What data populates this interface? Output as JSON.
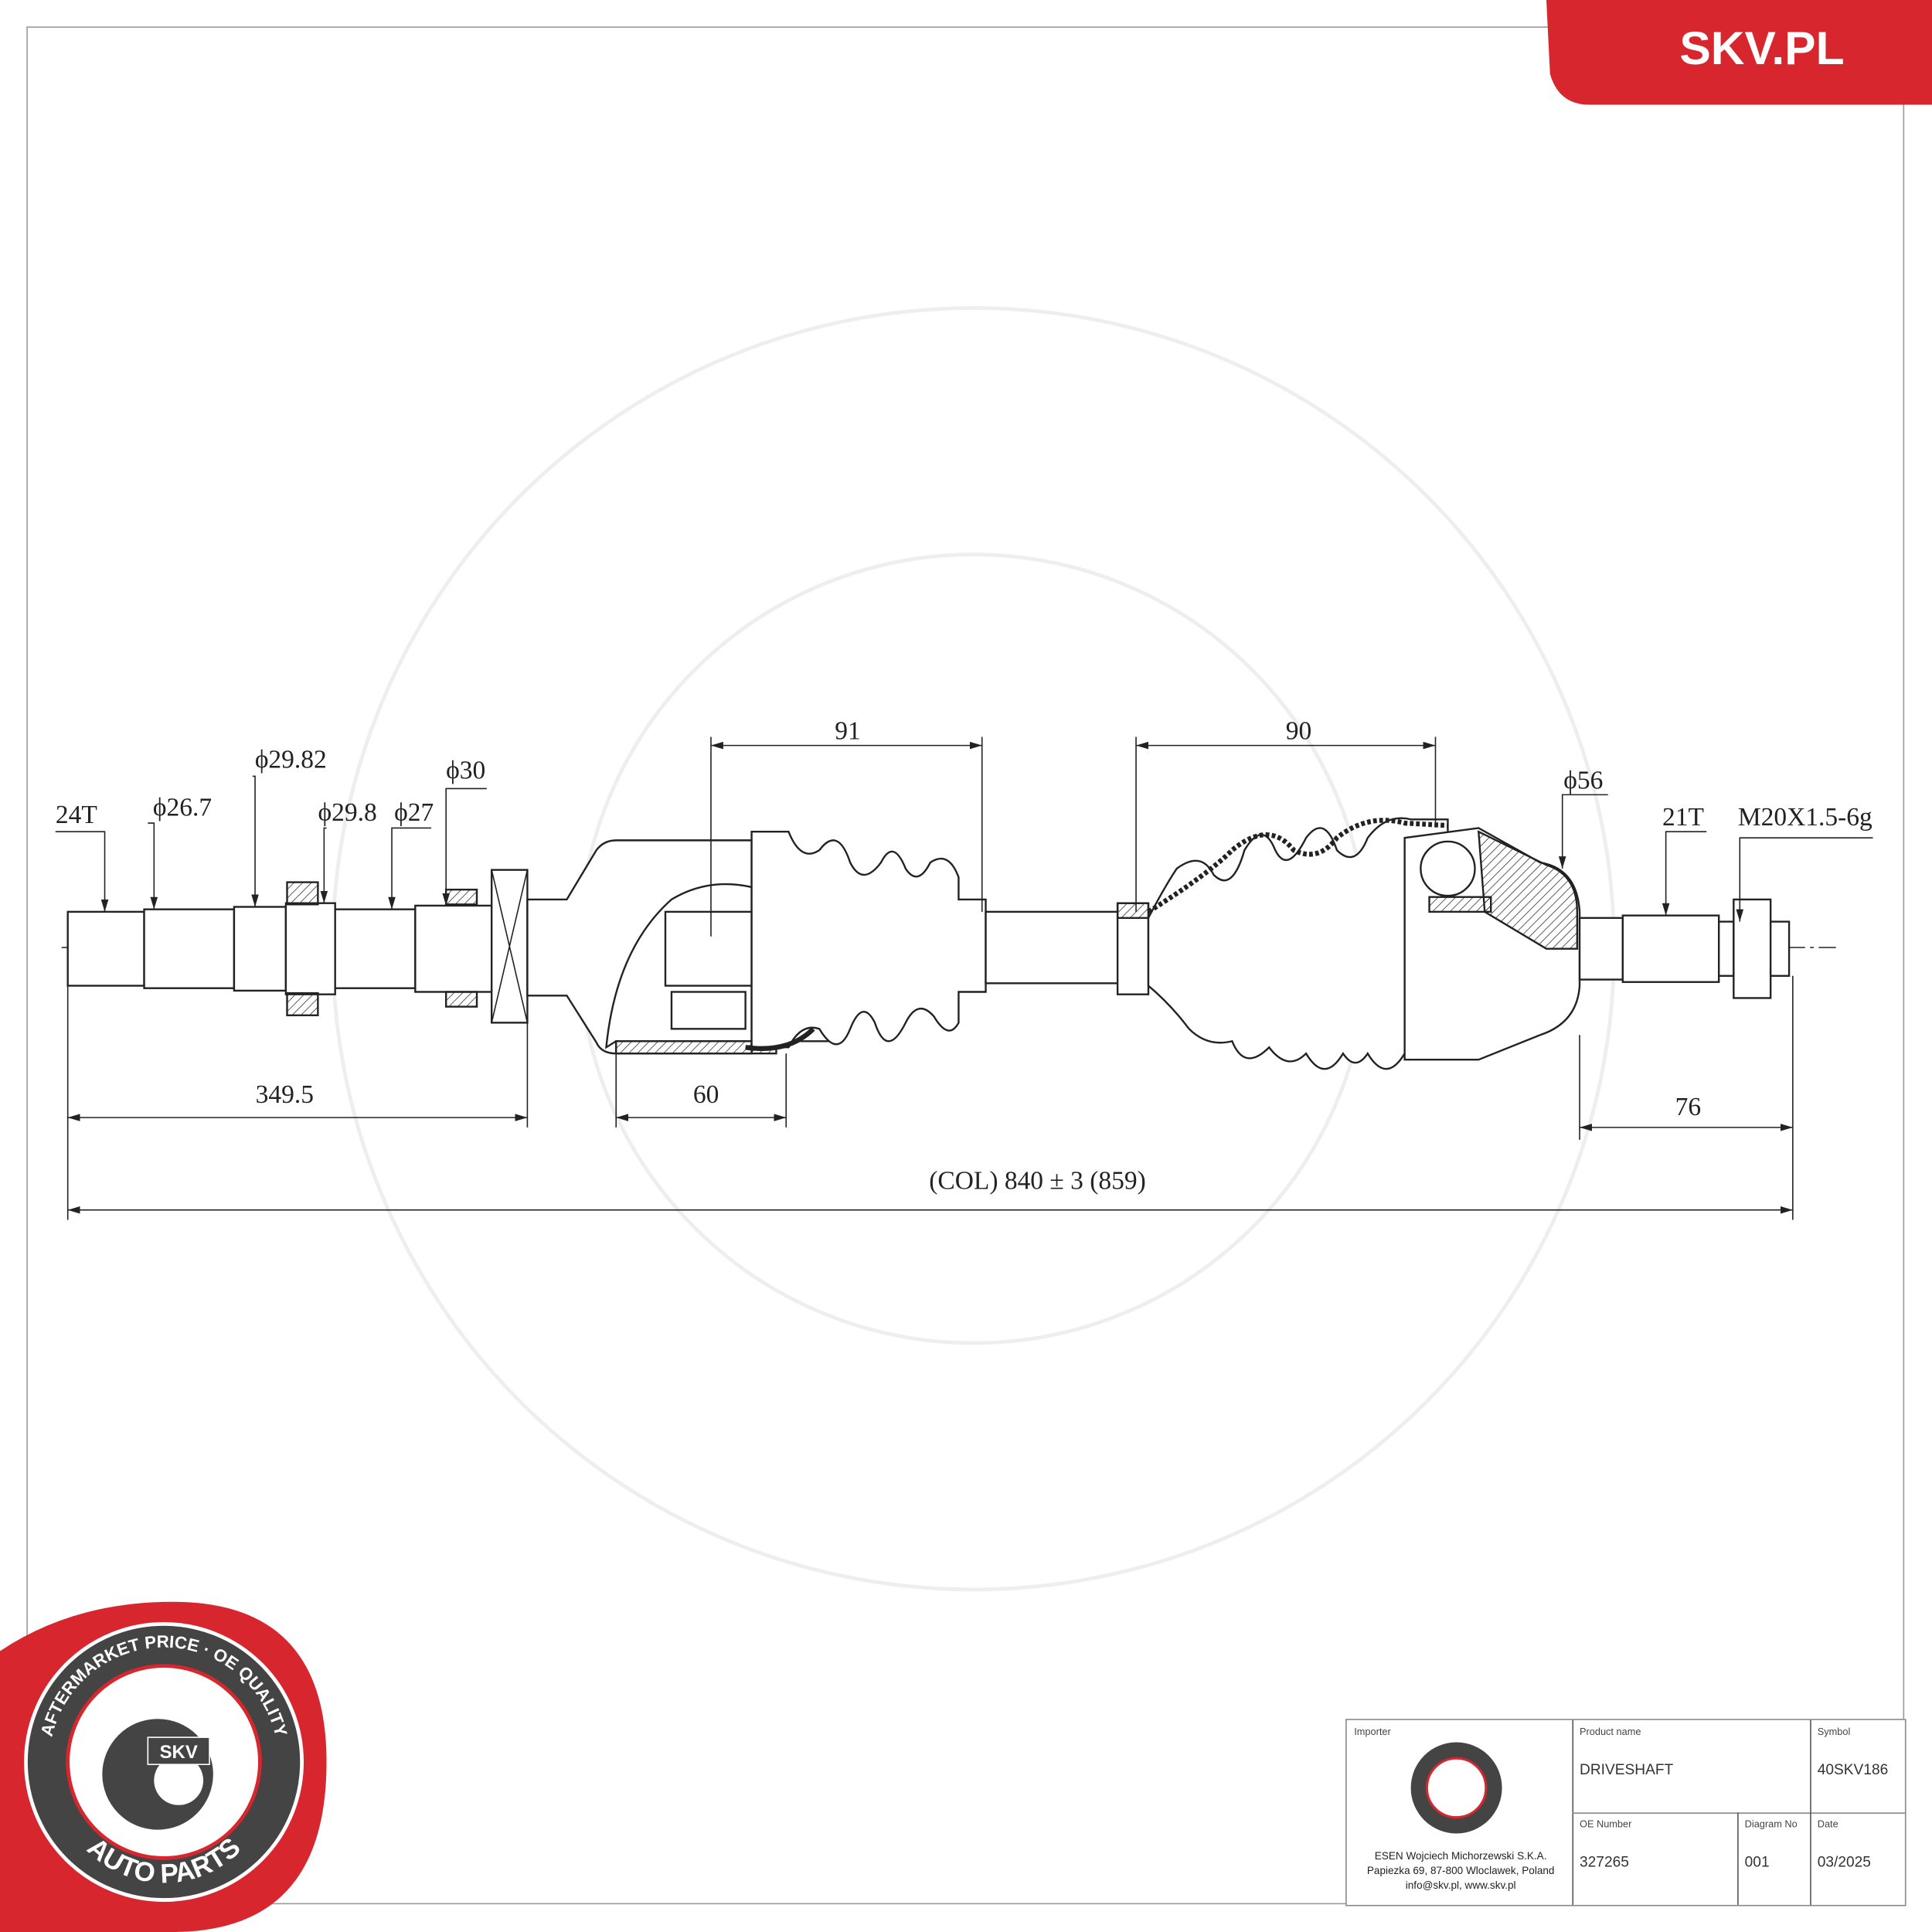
{
  "brand": {
    "logo_text": "SKV.PL",
    "accent_color": "#d7262e"
  },
  "badge": {
    "top_text": "AFTERMARKET PRICE · OE QUALITY",
    "bottom_text": "AUTO PARTS",
    "center_text": "SKV"
  },
  "dimensions": {
    "left_spline": "24T",
    "d1": "ϕ26.7",
    "d2": "ϕ29.82",
    "d3": "ϕ29.8",
    "d4": "ϕ27",
    "d5": "ϕ30",
    "inner_boot_len": "91",
    "outer_boot_len": "90",
    "outer_dia": "ϕ56",
    "right_spline": "21T",
    "thread": "M20X1.5-6g",
    "left_len": "349.5",
    "inner_joint_len": "60",
    "outer_stub_len": "76",
    "total_len": "(COL) 840 ± 3 (859)"
  },
  "title_block": {
    "importer_label": "Importer",
    "importer_lines": [
      "ESEN Wojciech Michorzewski S.K.A.",
      "Papiezka 69, 87-800 Wloclawek,  Poland",
      "info@skv.pl, www.skv.pl"
    ],
    "product_name_label": "Product name",
    "product_name": "DRIVESHAFT",
    "symbol_label": "Symbol",
    "symbol": "40SKV186",
    "oe_label": "OE Number",
    "oe_number": "327265",
    "diagram_label": "Diagram No",
    "diagram_no": "001",
    "date_label": "Date",
    "date": "03/2025"
  }
}
